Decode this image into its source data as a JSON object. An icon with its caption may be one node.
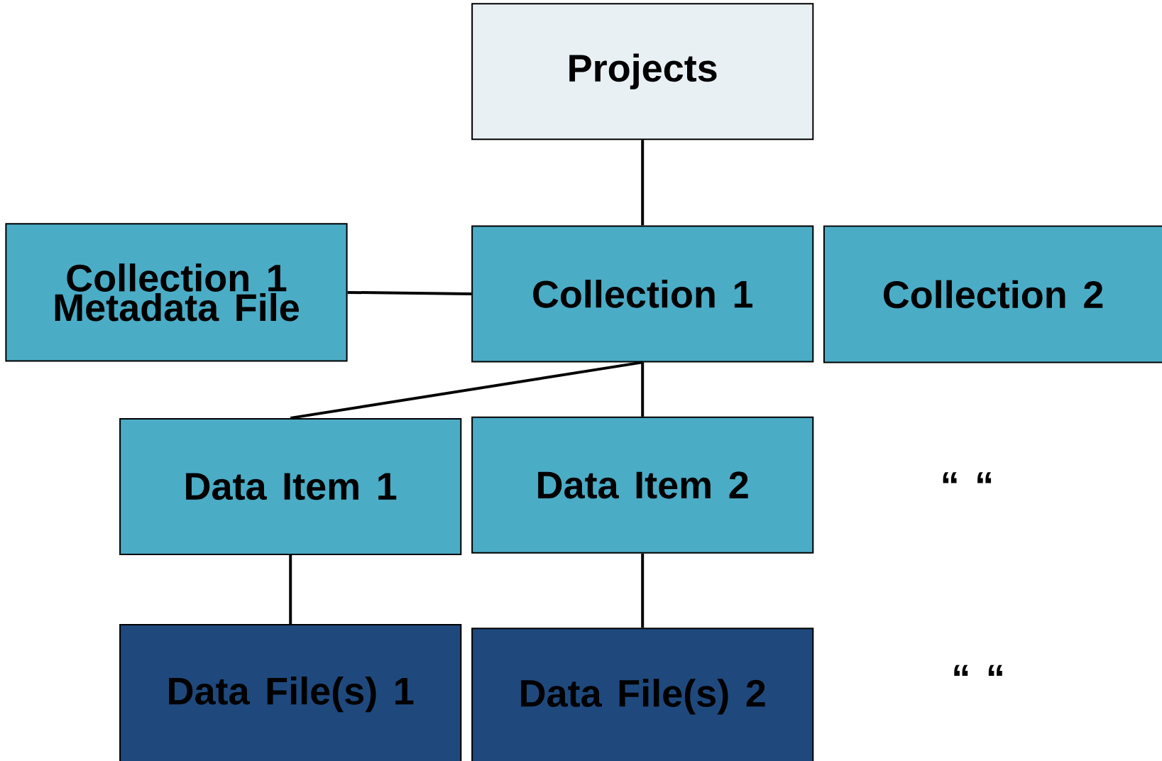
{
  "diagram": {
    "nodes": [
      {
        "text": [
          "Projects"
        ]
      },
      {
        "text": [
          "Collection 1 Metadata File"
        ]
      },
      {
        "text": [
          "Collection 1"
        ]
      },
      {
        "text": [
          "Collection 2"
        ]
      },
      {
        "text": [
          "Data Item 1"
        ]
      },
      {
        "text": [
          "Data Item 2"
        ]
      },
      {
        "text": [
          "Data File(s) 1"
        ]
      },
      {
        "text": [
          "Data File(s) 2"
        ]
      }
    ],
    "edges": [
      {
        "from": 0,
        "to": 2,
        "arrow": "none"
      },
      {
        "from": 1,
        "to": 2,
        "arrow": "none"
      },
      {
        "from": 2,
        "to": 4,
        "arrow": "none"
      },
      {
        "from": 2,
        "to": 5,
        "arrow": "none"
      },
      {
        "from": 4,
        "to": 6,
        "arrow": "none"
      },
      {
        "from": 5,
        "to": 7,
        "arrow": "none"
      }
    ],
    "labels": [
      "“ “",
      "“ “"
    ]
  }
}
